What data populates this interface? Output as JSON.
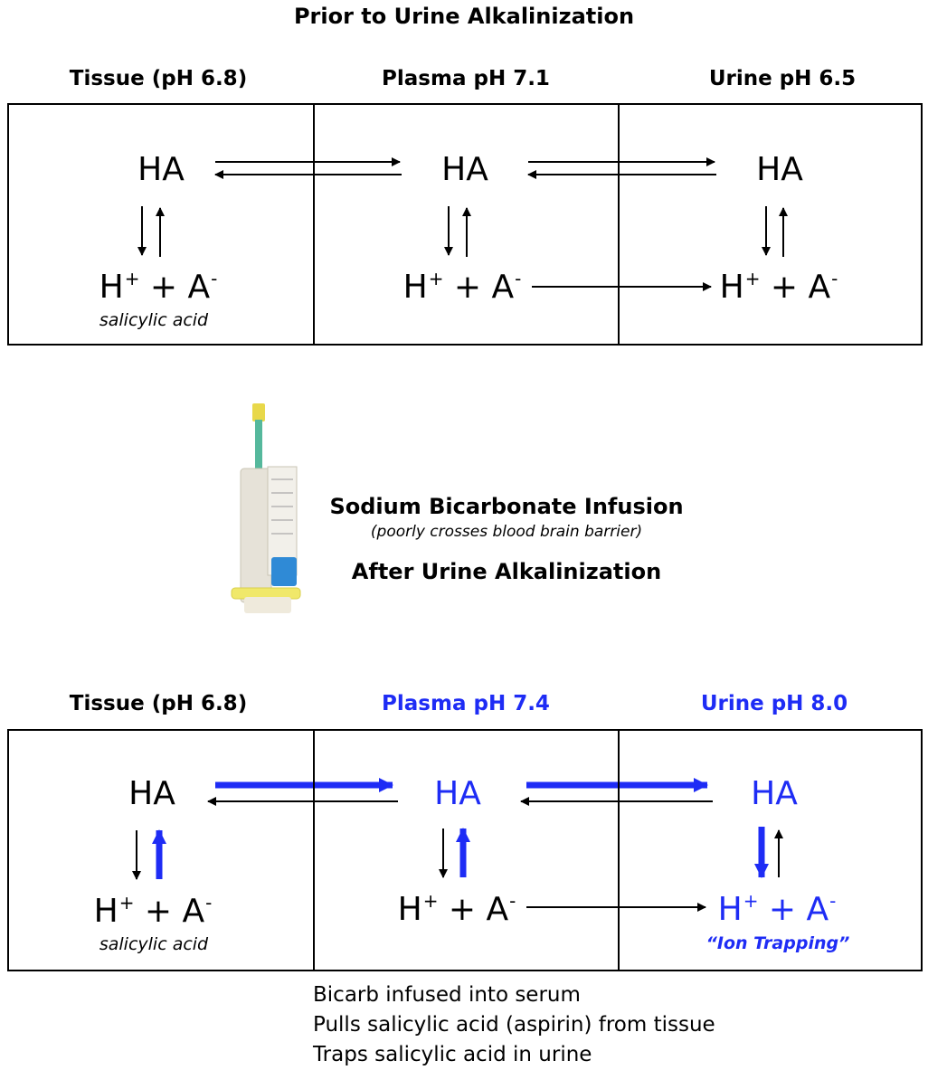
{
  "colors": {
    "accent_blue": "#1e2cf5",
    "line": "#000000"
  },
  "before": {
    "title": "Prior to Urine Alkalinization",
    "columns": [
      {
        "header": "Tissue (pH 6.8)",
        "top": "HA",
        "bottom_base": "H",
        "bottom_plus": "+",
        "bottom_anion": " + A",
        "bottom_minus": "-",
        "note": "salicylic acid"
      },
      {
        "header": "Plasma pH 7.1",
        "top": "HA",
        "bottom_base": "H",
        "bottom_plus": "+",
        "bottom_anion": " + A",
        "bottom_minus": "-"
      },
      {
        "header": "Urine pH 6.5",
        "top": "HA",
        "bottom_base": "H",
        "bottom_plus": "+",
        "bottom_anion": " + A",
        "bottom_minus": "-"
      }
    ]
  },
  "infusion": {
    "syringe_icon": "syringe-icon",
    "title": "Sodium Bicarbonate Infusion",
    "subtitle": "(poorly crosses blood brain barrier)",
    "after_title": "After Urine Alkalinization"
  },
  "after": {
    "columns": [
      {
        "header": "Tissue (pH 6.8)",
        "top": "HA",
        "bottom_base": "H",
        "bottom_plus": "+",
        "bottom_anion": " + A",
        "bottom_minus": "-",
        "note": "salicylic acid"
      },
      {
        "header": "Plasma pH 7.4",
        "top": "HA",
        "bottom_base": "H",
        "bottom_plus": "+",
        "bottom_anion": " + A",
        "bottom_minus": "-"
      },
      {
        "header": "Urine pH 8.0",
        "top": "HA",
        "bottom_base": "H",
        "bottom_plus": "+",
        "bottom_anion": " + A",
        "bottom_minus": "-",
        "note": "“Ion Trapping”"
      }
    ]
  },
  "summary": [
    "Bicarb infused into serum",
    "Pulls salicylic acid (aspirin) from tissue",
    "Traps salicylic acid in urine"
  ]
}
